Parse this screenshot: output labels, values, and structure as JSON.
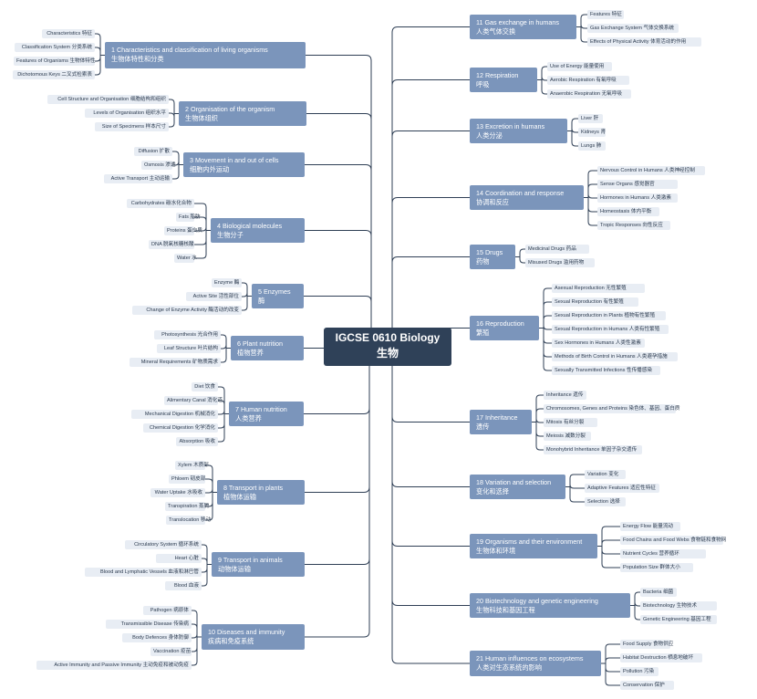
{
  "center": {
    "line1": "IGCSE 0610 Biology",
    "line2": "生物"
  },
  "colors": {
    "center": "#2f4158",
    "branch": "#7b95bb",
    "leaf": "#e8edf4",
    "wire": "#2f3f55"
  },
  "topics": [
    {
      "num": "1",
      "title": "Characteristics and classification of living organisms",
      "zh": "生物体特性和分类",
      "items": [
        "Characteristics 特征",
        "Classification System 分类系统",
        "Features of Organisms 生物体特性",
        "Dichotomous Keys 二叉式检索表"
      ]
    },
    {
      "num": "2",
      "title": "Organisation of the organism",
      "zh": "生物体组织",
      "items": [
        "Cell Structure and Organisation 细胞结构和组织",
        "Levels of Organisation 组织水平",
        "Size of Specimens 样本尺寸"
      ]
    },
    {
      "num": "3",
      "title": "Movement in and out of cells",
      "zh": "细胞内外运动",
      "items": [
        "Diffusion 扩散",
        "Osmosis 渗透",
        "Active Transport 主动运输"
      ]
    },
    {
      "num": "4",
      "title": "Biological molecules",
      "zh": "生物分子",
      "items": [
        "Carbohydrates 碳水化合物",
        "Fats 脂肪",
        "Proteins 蛋白质",
        "DNA 脱氧核糖核酸",
        "Water 水"
      ]
    },
    {
      "num": "5",
      "title": "Enzymes",
      "zh": "酶",
      "items": [
        "Enzyme 酶",
        "Active Site 活性部位",
        "Change of Enzyme Activity 酶活动的改变"
      ]
    },
    {
      "num": "6",
      "title": "Plant nutrition",
      "zh": "植物营养",
      "items": [
        "Photosynthesis 光合作用",
        "Leaf Structure 叶片结构",
        "Mineral Requirements 矿物质需求"
      ]
    },
    {
      "num": "7",
      "title": "Human nutrition",
      "zh": "人类营养",
      "items": [
        "Diet 饮食",
        "Alimentary Canal 消化道",
        "Mechanical Digestion 机械消化",
        "Chemical Digestion 化学消化",
        "Absorption 吸收"
      ]
    },
    {
      "num": "8",
      "title": "Transport in plants",
      "zh": "植物体运输",
      "items": [
        "Xylem 木质部",
        "Phloem 韧皮部",
        "Water Uptake 水吸收",
        "Transpiration 蒸腾",
        "Translocation 移动"
      ]
    },
    {
      "num": "9",
      "title": "Transport in animals",
      "zh": "动物体运输",
      "items": [
        "Circulatory System 循环系统",
        "Heart 心脏",
        "Blood and Lymphatic Vessels 血液和淋巴管",
        "Blood 血液"
      ]
    },
    {
      "num": "10",
      "title": "Diseases and immunity",
      "zh": "疾病和免疫系统",
      "items": [
        "Pathogen 病原体",
        "Transmissible Disease 传染病",
        "Body Defences 身体防御",
        "Vaccination 疫苗",
        "Active Immunity and Passive Immunity 主动免疫和被动免疫"
      ]
    },
    {
      "num": "11",
      "title": "Gas exchange in humans",
      "zh": "人类气体交换",
      "items": [
        "Features 特征",
        "Gas Exchange System 气体交换系统",
        "Effects of Physical Activity 体育活动的作用"
      ]
    },
    {
      "num": "12",
      "title": "Respiration",
      "zh": "呼吸",
      "items": [
        "Use of Energy 能量使用",
        "Aerobic Respiration 有氧呼吸",
        "Anaerobic Respiration 无氧呼吸"
      ]
    },
    {
      "num": "13",
      "title": "Excretion in humans",
      "zh": "人类分泌",
      "items": [
        "Liver 肝",
        "Kidneys 肾",
        "Lungs 肺"
      ]
    },
    {
      "num": "14",
      "title": "Coordination and response",
      "zh": "协调和反应",
      "items": [
        "Nervous Control in Humans 人类神经控制",
        "Sense Organs 感觉器官",
        "Hormones in Humans 人类激素",
        "Homeostasis 体内平衡",
        "Tropic Responses 向性反应"
      ]
    },
    {
      "num": "15",
      "title": "Drugs",
      "zh": "药物",
      "items": [
        "Medicinal Drugs 药品",
        "Misused Drugs 滥用药物"
      ]
    },
    {
      "num": "16",
      "title": "Reproduction",
      "zh": "繁殖",
      "items": [
        "Asexual Reproduction 无性繁殖",
        "Sexual Reproduction 有性繁殖",
        "Sexual Reproduction in Plants 植物有性繁殖",
        "Sexual Reproduction in Humans 人类有性繁殖",
        "Sex Hormones in Humans 人类性激素",
        "Methods of Birth Control in Humans 人类避孕措施",
        "Sexually Transmitted Infections 性传播感染"
      ]
    },
    {
      "num": "17",
      "title": "Inheritance",
      "zh": "遗传",
      "items": [
        "Inheritance 遗传",
        "Chromosomes, Genes and Proteins 染色体、基因、蛋白质",
        "Mitosis 有丝分裂",
        "Meiosis 减数分裂",
        "Monohybrid Inheritance 单因子杂交遗传"
      ]
    },
    {
      "num": "18",
      "title": "Variation and selection",
      "zh": "变化和选择",
      "items": [
        "Variation 变化",
        "Adaptive Features 适应性特征",
        "Selection 选择"
      ]
    },
    {
      "num": "19",
      "title": "Organisms and their environment",
      "zh": "生物体和环境",
      "items": [
        "Energy Flow 能量流动",
        "Food Chains and Food Webs 食物链和食物网",
        "Nutrient Cycles 营养循环",
        "Population Size 群体大小"
      ]
    },
    {
      "num": "20",
      "title": "Biotechnology and genetic engineering",
      "zh": "生物科技和基因工程",
      "items": [
        "Bacteria 细菌",
        "Biotechnology 生物技术",
        "Genetic Engineering 基因工程"
      ]
    },
    {
      "num": "21",
      "title": "Human influences on ecosystems",
      "zh": "人类对生态系统的影响",
      "items": [
        "Food Supply 食物供应",
        "Habitat Destruction 栖息地破坏",
        "Pollution 污染",
        "Conservation 保护"
      ]
    }
  ]
}
